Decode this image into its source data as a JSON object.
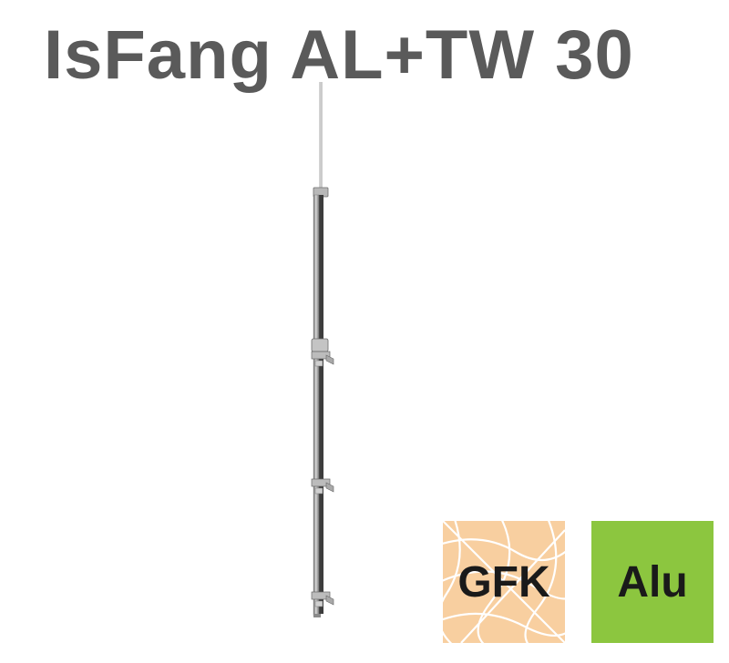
{
  "title": "IsFang AL+TW 30",
  "badges": [
    {
      "label": "GFK",
      "color": "#f8cfa0",
      "pattern_color": "#ffffff",
      "icon": "gfk-material-badge"
    },
    {
      "label": "Alu",
      "color": "#8cc63f",
      "icon": "alu-material-badge"
    }
  ],
  "product_image": {
    "icon": "lightning-rod-mast"
  }
}
